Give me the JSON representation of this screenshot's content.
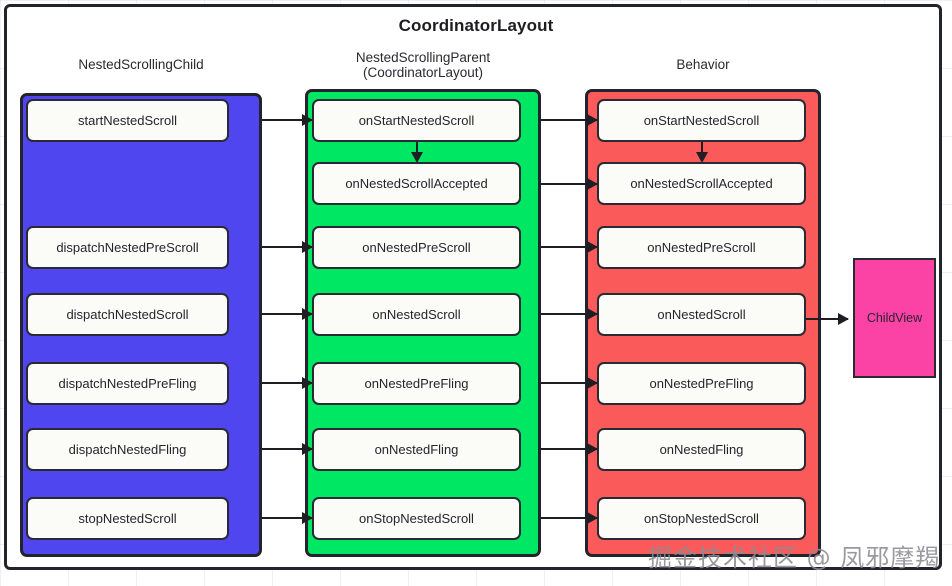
{
  "title": "CoordinatorLayout",
  "columns": [
    {
      "id": "nested-scrolling-child",
      "label": "NestedScrollingChild",
      "sublabel": "",
      "color": "#5046f0",
      "boxes": [
        {
          "label": "startNestedScroll",
          "row": 0
        },
        {
          "label": "dispatchNestedPreScroll",
          "row": 2
        },
        {
          "label": "dispatchNestedScroll",
          "row": 3
        },
        {
          "label": "dispatchNestedPreFling",
          "row": 4
        },
        {
          "label": "dispatchNestedFling",
          "row": 5
        },
        {
          "label": "stopNestedScroll",
          "row": 6
        }
      ]
    },
    {
      "id": "nested-scrolling-parent",
      "label": "NestedScrollingParent",
      "sublabel": "(CoordinatorLayout)",
      "color": "#00e863",
      "boxes": [
        {
          "label": "onStartNestedScroll",
          "row": 0
        },
        {
          "label": "onNestedScrollAccepted",
          "row": 1
        },
        {
          "label": "onNestedPreScroll",
          "row": 2
        },
        {
          "label": "onNestedScroll",
          "row": 3
        },
        {
          "label": "onNestedPreFling",
          "row": 4
        },
        {
          "label": "onNestedFling",
          "row": 5
        },
        {
          "label": "onStopNestedScroll",
          "row": 6
        }
      ]
    },
    {
      "id": "behavior",
      "label": "Behavior",
      "sublabel": "",
      "color": "#fa5a5a",
      "boxes": [
        {
          "label": "onStartNestedScroll",
          "row": 0
        },
        {
          "label": "onNestedScrollAccepted",
          "row": 1
        },
        {
          "label": "onNestedPreScroll",
          "row": 2
        },
        {
          "label": "onNestedScroll",
          "row": 3
        },
        {
          "label": "onNestedPreFling",
          "row": 4
        },
        {
          "label": "onNestedFling",
          "row": 5
        },
        {
          "label": "onStopNestedScroll",
          "row": 6
        }
      ]
    }
  ],
  "child_view": {
    "label": "ChildView",
    "color": "#fb43a6"
  },
  "watermark": "掘金技术社区 @ 凤邪摩羯",
  "colors": {
    "stroke": "#23232b",
    "box_fill": "#fbfbf8",
    "text": "#25252c",
    "background": "#ffffff"
  },
  "row_tops": [
    99,
    162,
    226,
    293,
    362,
    428,
    497
  ]
}
